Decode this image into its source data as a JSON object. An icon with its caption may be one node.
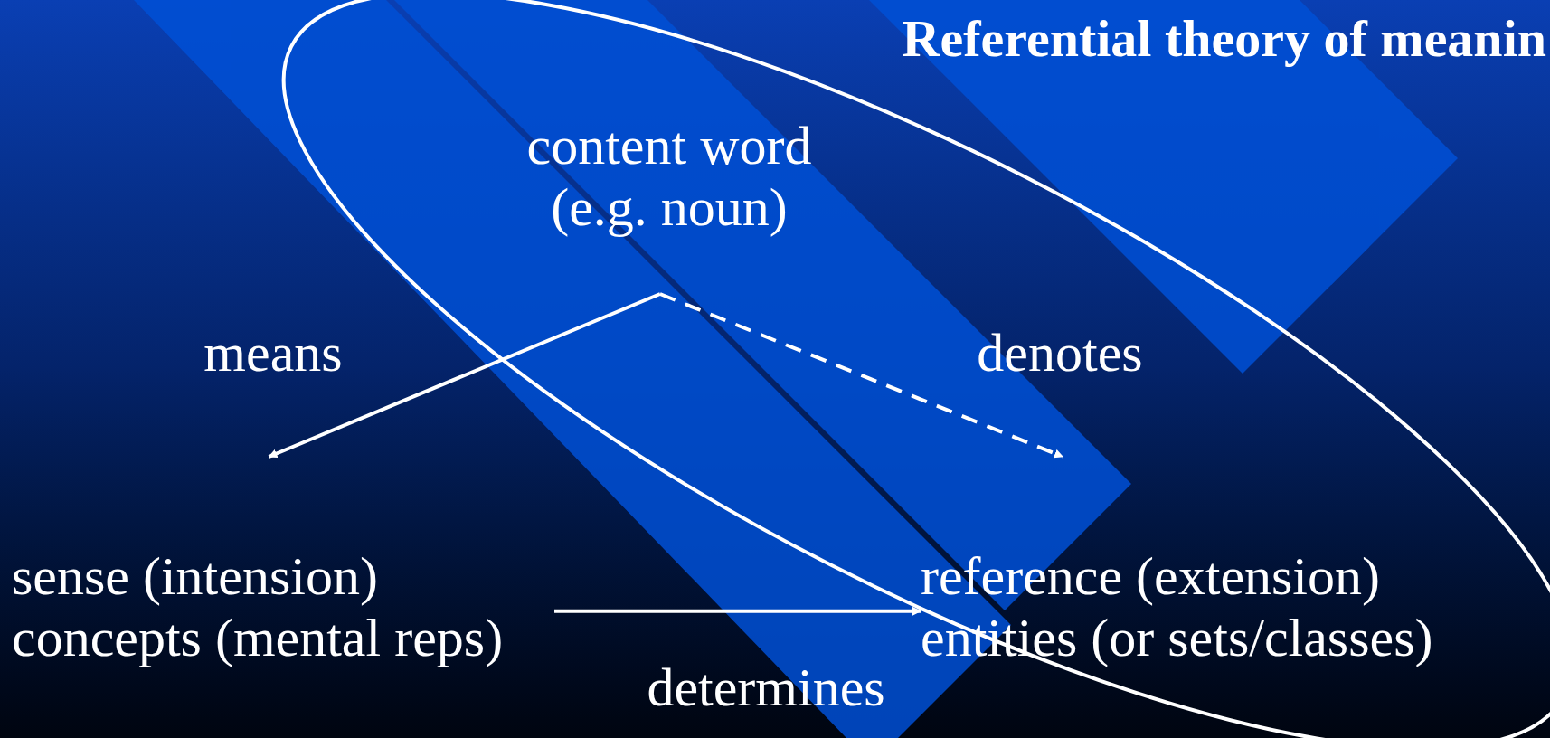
{
  "diagram": {
    "title": "Referential theory of meanin",
    "nodes": [
      {
        "text": [
          "content word (e.g. noun)"
        ]
      },
      {
        "text": [
          "sense (intension)",
          "concepts (mental reps)"
        ]
      },
      {
        "text": [
          "reference (extension)",
          "entities (or sets/classes)"
        ]
      }
    ],
    "edges": [
      {
        "from": 0,
        "to": 1,
        "arrow": "to",
        "label": "means"
      },
      {
        "from": 0,
        "to": 2,
        "arrow": "to",
        "label": "denotes",
        "style": "dashed"
      },
      {
        "from": 1,
        "to": 2,
        "arrow": "to",
        "label": "determines"
      }
    ]
  }
}
